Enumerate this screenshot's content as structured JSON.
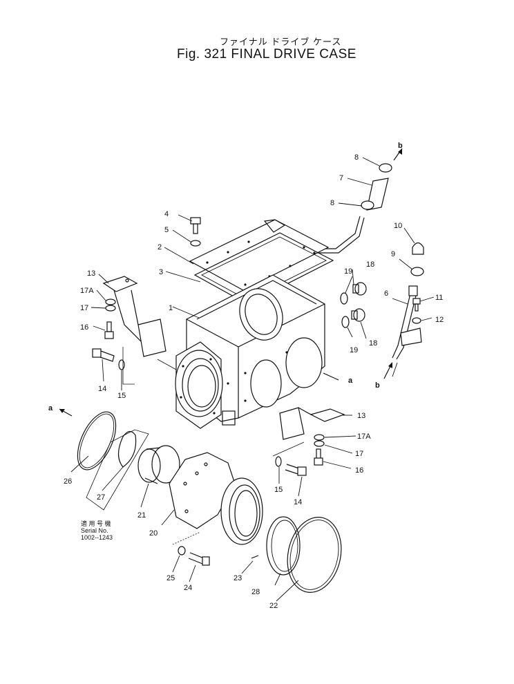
{
  "header": {
    "jp_title": "ファイナル ドライブ ケース",
    "fig_title": "Fig. 321 FINAL DRIVE CASE"
  },
  "serial_note": {
    "jp": "適 用 号 機",
    "label": "Serial No.",
    "range": "1002--1243"
  },
  "labels": {
    "p1": "1",
    "p2": "2",
    "p3": "3",
    "p4": "4",
    "p5": "5",
    "p6": "6",
    "p7": "7",
    "p8a": "8",
    "p8b": "8",
    "p9": "9",
    "p10": "10",
    "p11": "11",
    "p12": "12",
    "p13a": "13",
    "p13b": "13",
    "p14a": "14",
    "p14b": "14",
    "p15a": "15",
    "p15b": "15",
    "p16a": "16",
    "p16b": "16",
    "p17a": "17",
    "p17b": "17",
    "p17Aa": "17A",
    "p17Ab": "17A",
    "p18a": "18",
    "p18b": "18",
    "p19a": "19",
    "p19b": "19",
    "p20": "20",
    "p21": "21",
    "p22": "22",
    "p23": "23",
    "p24": "24",
    "p25": "25",
    "p26": "26",
    "p27": "27",
    "p28": "28",
    "ref_a1": "a",
    "ref_a2": "a",
    "ref_b1": "b",
    "ref_b2": "b"
  }
}
